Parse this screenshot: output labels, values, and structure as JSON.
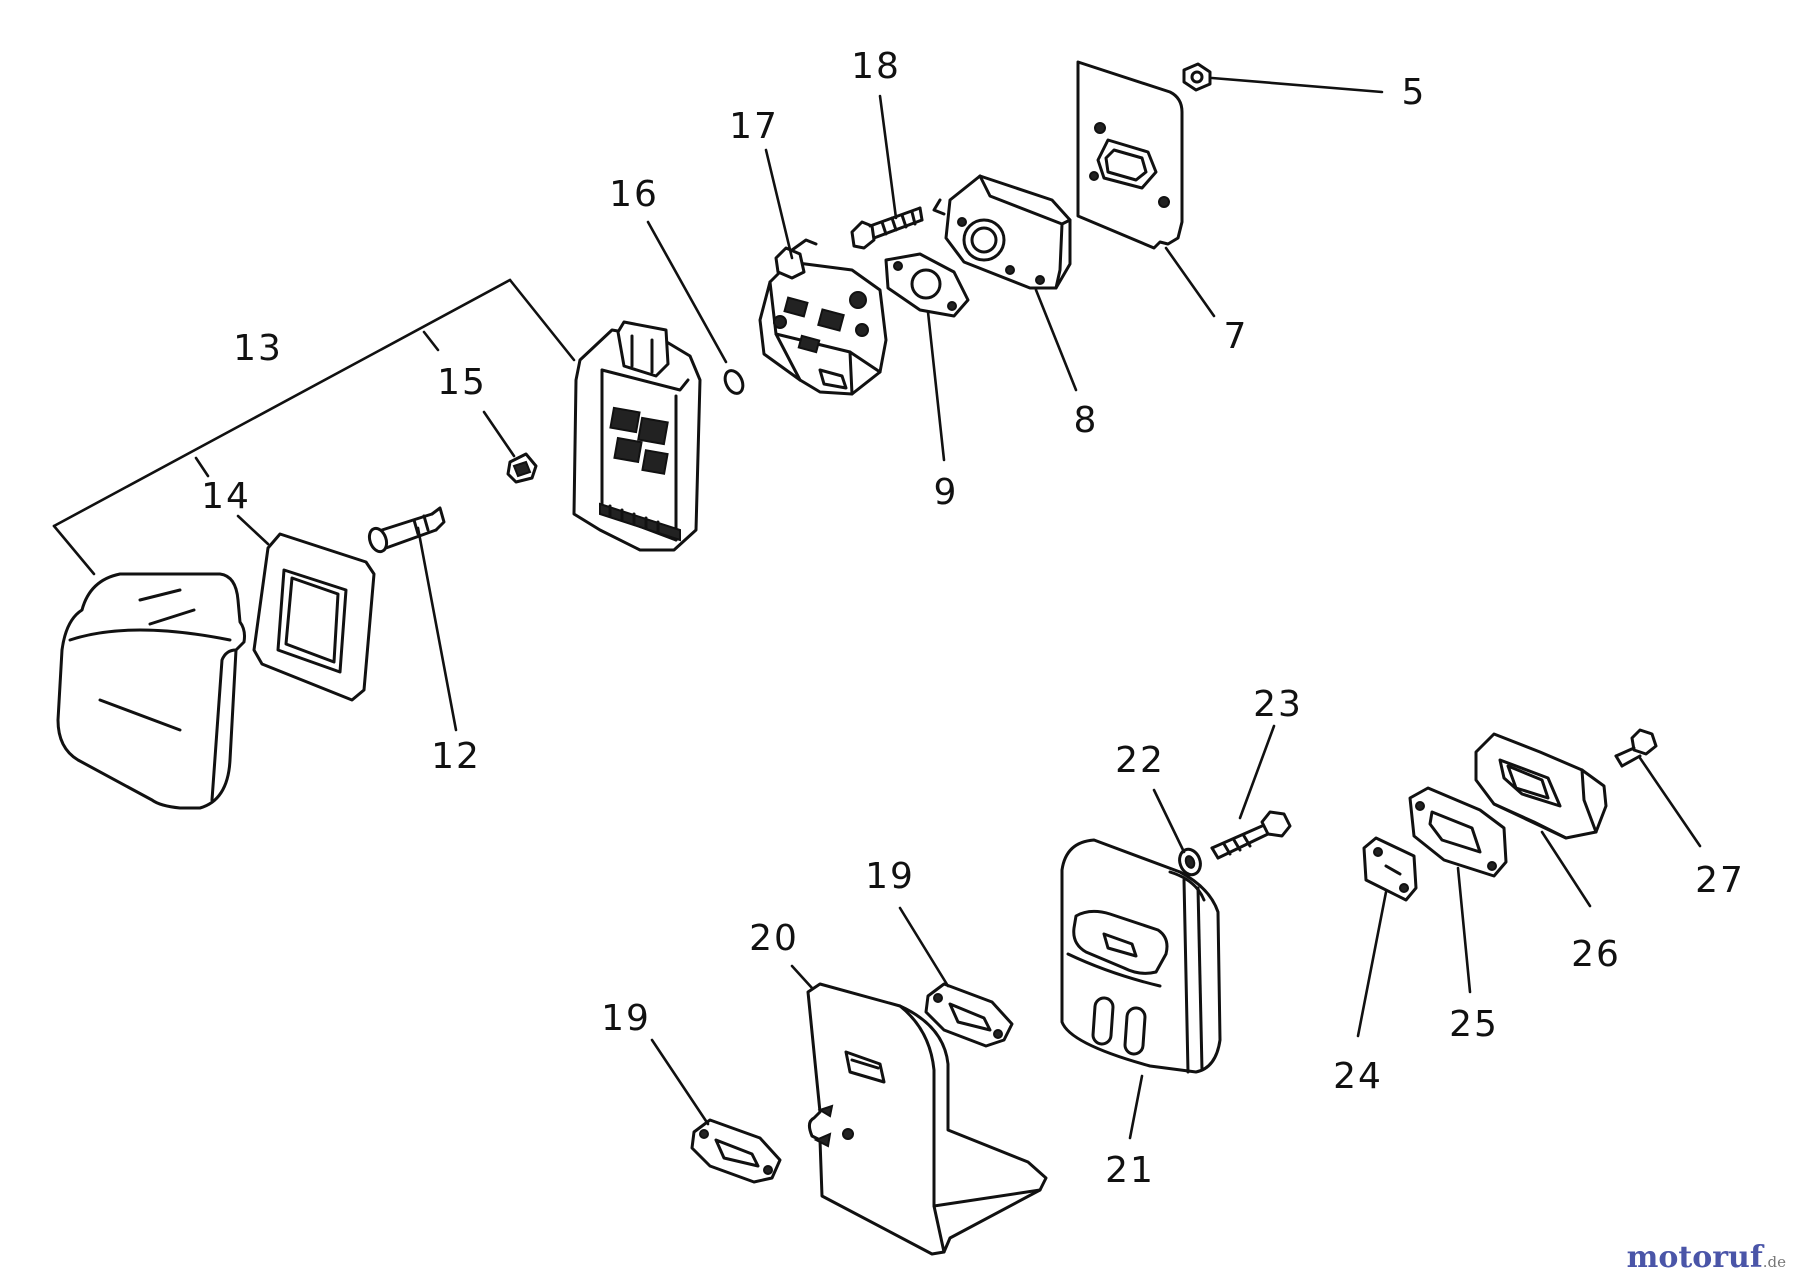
{
  "diagram": {
    "callouts": [
      "5",
      "7",
      "8",
      "9",
      "12",
      "13",
      "14",
      "15",
      "16",
      "17",
      "18",
      "19",
      "19",
      "20",
      "21",
      "22",
      "23",
      "24",
      "25",
      "26",
      "27"
    ]
  },
  "watermark": {
    "brand": "motoruf",
    "tld": ".de"
  }
}
